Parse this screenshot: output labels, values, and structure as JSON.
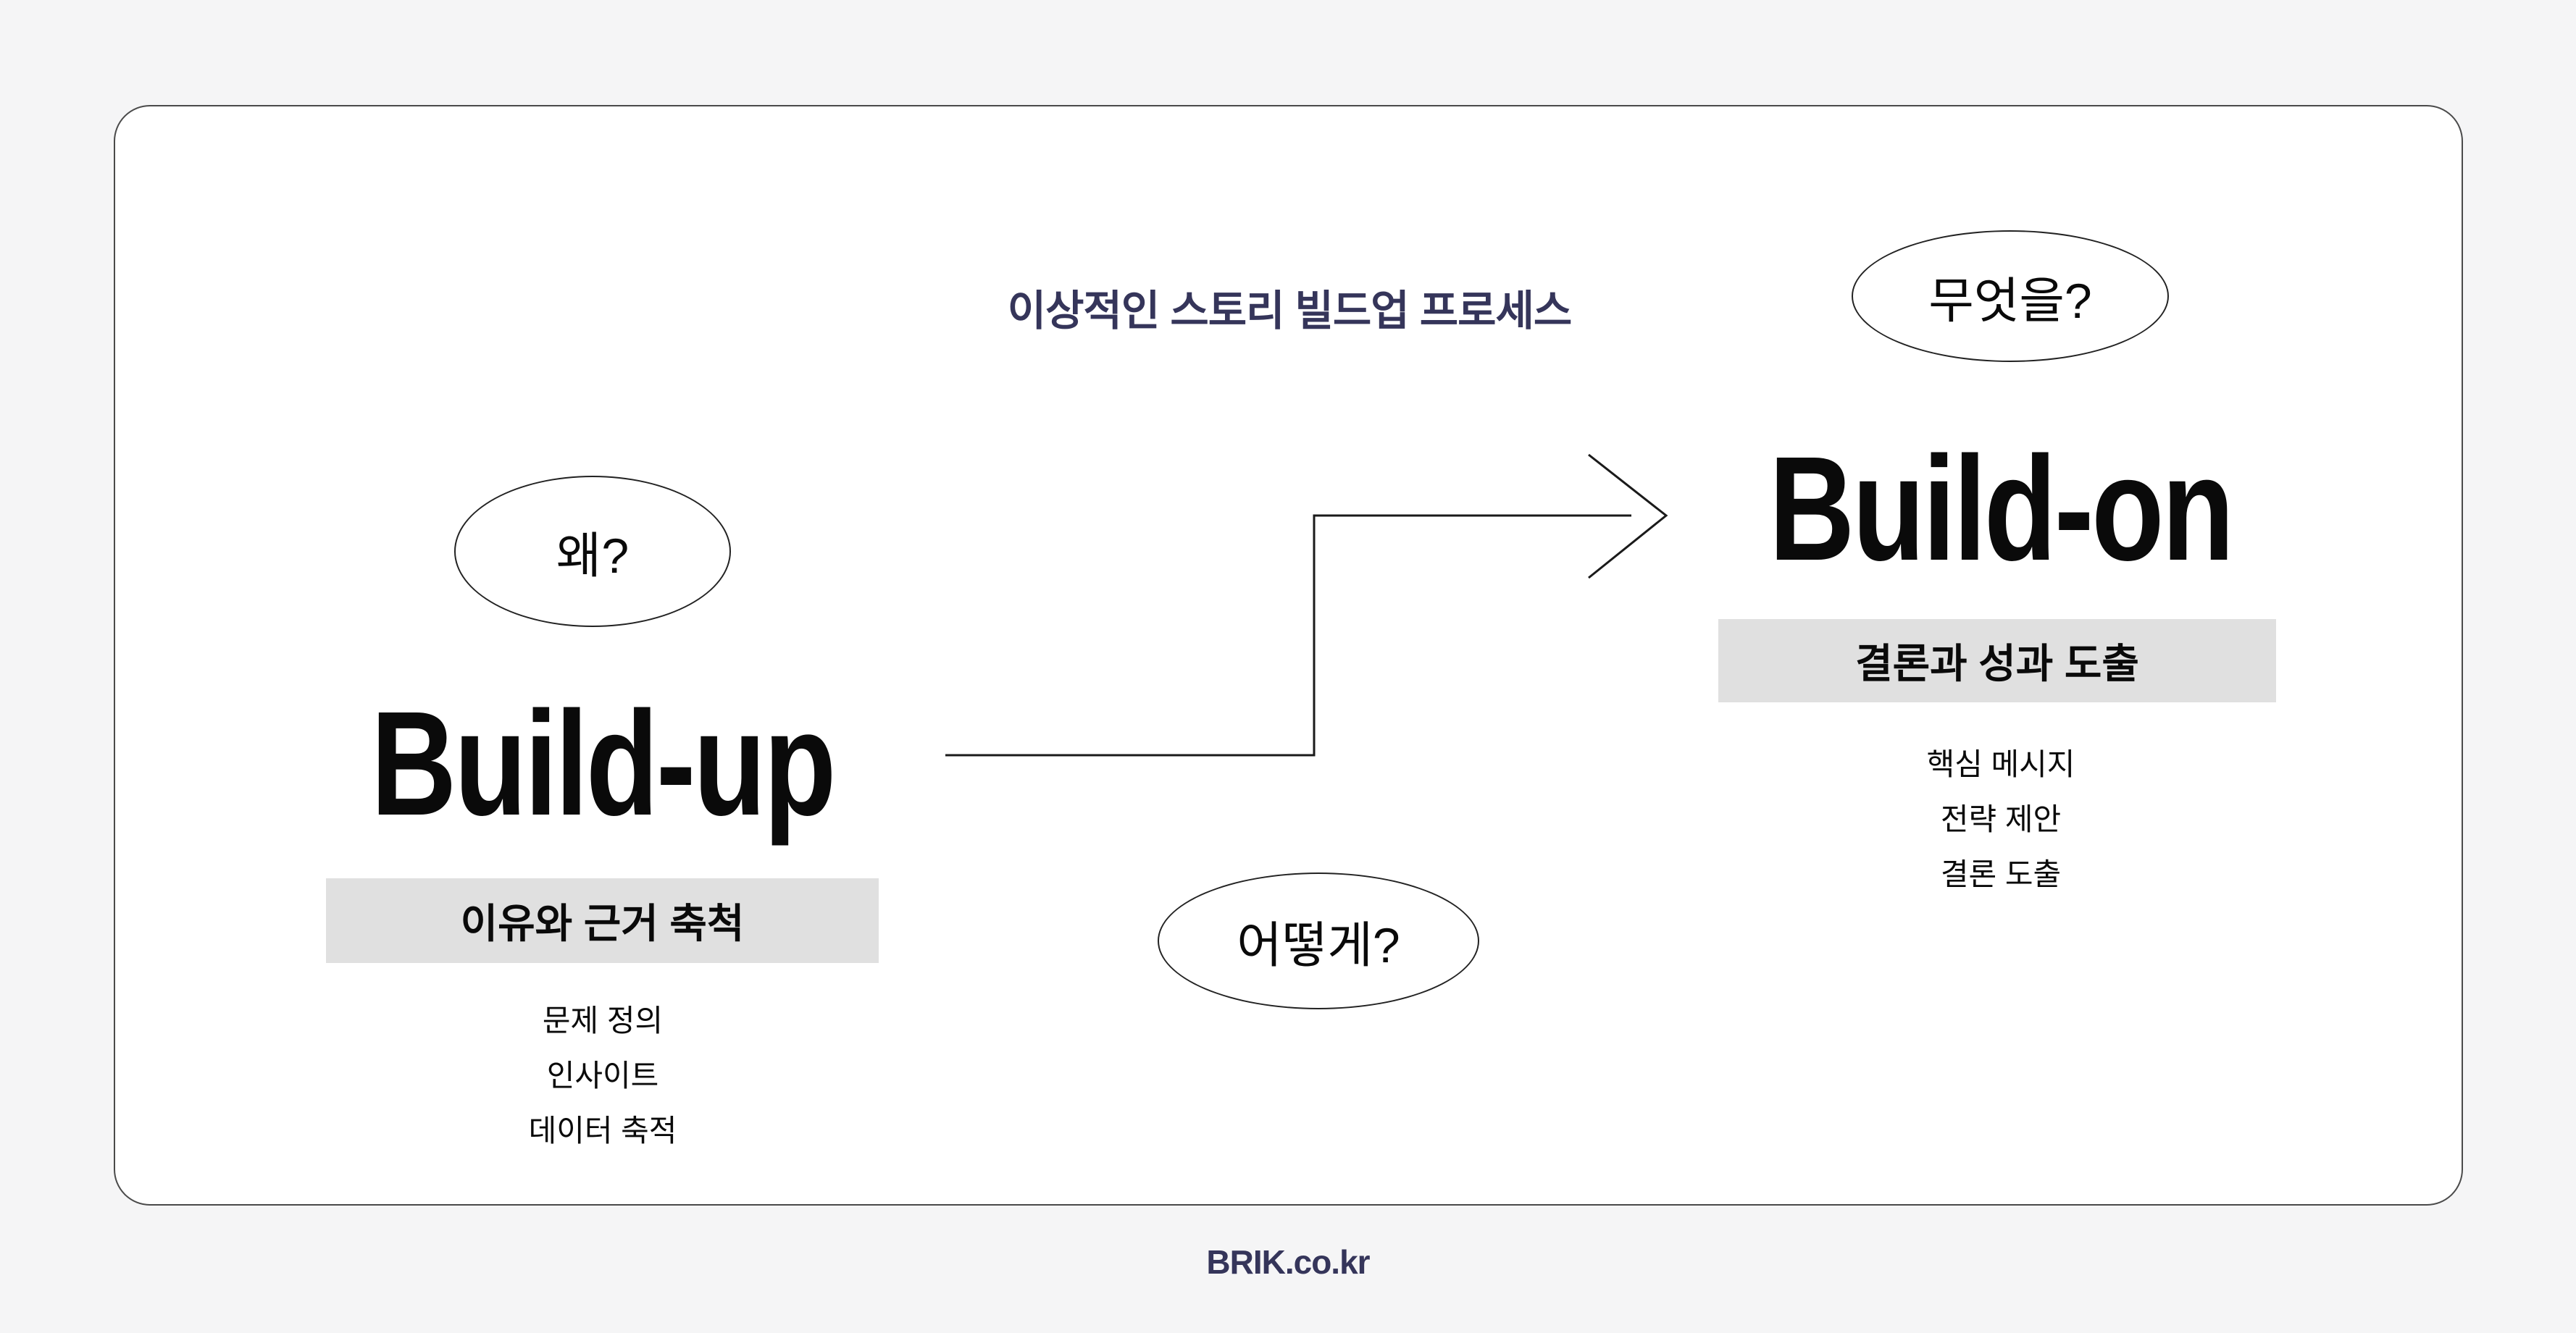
{
  "header": {
    "title": "이상적인 스토리 빌드업 프로세스"
  },
  "stages": [
    {
      "id": "build-up",
      "question": "왜?",
      "name": "Build-up",
      "highlight": "이유와 근거 축척",
      "items": [
        "문제 정의",
        "인사이트",
        "데이터 축적"
      ]
    },
    {
      "id": "build-on",
      "question": "무엇을?",
      "name": "Build-on",
      "highlight": "결론과 성과 도출",
      "items": [
        "핵심 메시지",
        "전략 제안",
        "결론 도출"
      ]
    }
  ],
  "connector": {
    "question": "어떻게?",
    "shape": "step-arrow-right"
  },
  "footer": {
    "site": "BRIK.co.kr"
  },
  "colors": {
    "page_bg": "#f5f5f6",
    "card_bg": "#ffffff",
    "card_border": "#4a4a4a",
    "accent_navy": "#35355a",
    "highlight_gray": "#e0e0e0",
    "ink": "#0a0a0a"
  }
}
